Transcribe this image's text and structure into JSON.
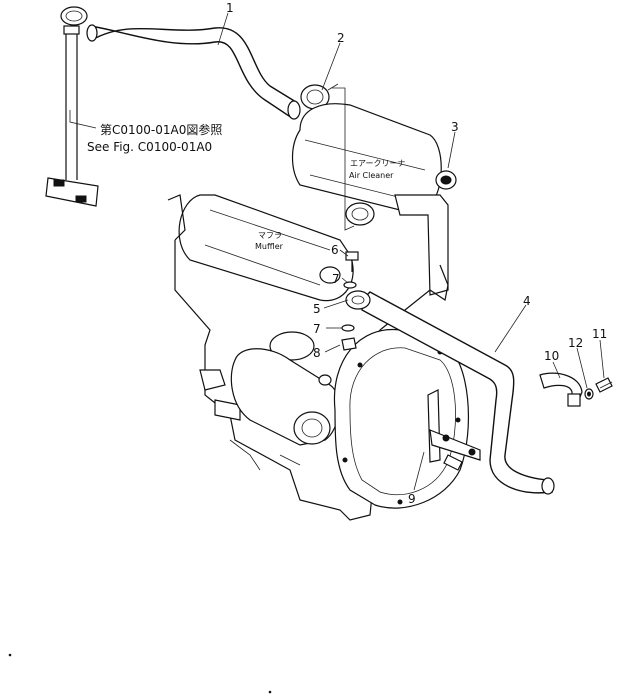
{
  "reference_note": {
    "japanese": "第C0100-01A0図参照",
    "english": "See Fig. C0100-01A0"
  },
  "component_labels": {
    "air_cleaner_jp": "エアークリーナ",
    "air_cleaner_en": "Air Cleaner",
    "muffler_jp": "マフラ",
    "muffler_en": "Muffler"
  },
  "callouts": [
    "1",
    "2",
    "3",
    "4",
    "5",
    "6",
    "7",
    "7",
    "8",
    "9",
    "10",
    "11",
    "12"
  ]
}
